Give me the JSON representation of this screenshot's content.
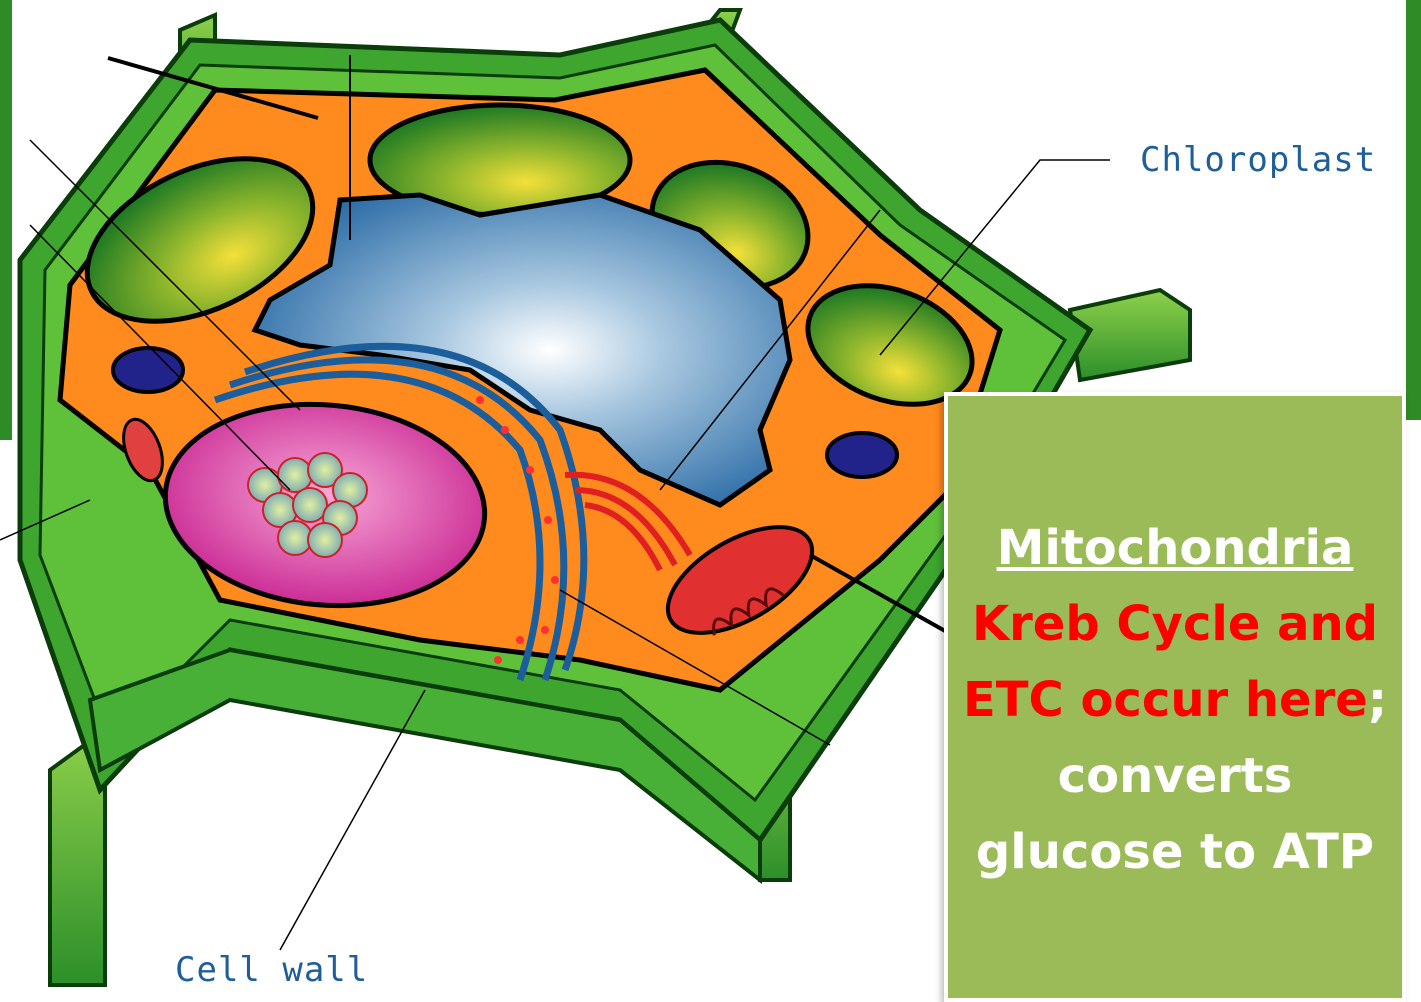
{
  "labels": {
    "chloroplast": "Chloroplast",
    "cell_wall": "Cell wall"
  },
  "callout": {
    "title": "Mitochondria",
    "highlight": "Kreb Cycle and ETC occur here",
    "punctuation": ";",
    "rest": "converts glucose to ATP"
  },
  "colors": {
    "callout_bg": "#9bbb59",
    "highlight_text": "#ff0000",
    "cell_wall": "#3ea52f",
    "cytoplasm": "#ff8a1e",
    "vacuole": "#4f87b8",
    "nucleus": "#d62e9c",
    "chloroplast": "#7fae2a",
    "label_text": "#1f5e99"
  }
}
